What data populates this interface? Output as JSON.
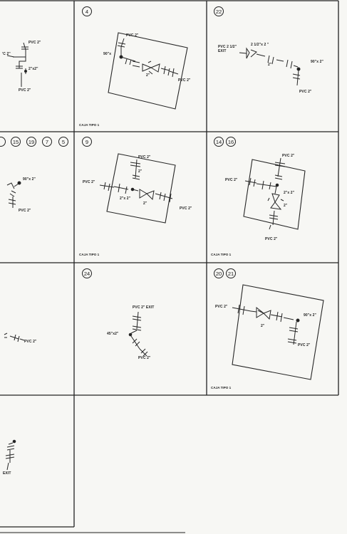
{
  "caja_label": "CAJA TIPO 1",
  "cells": {
    "c1": {
      "labels": {
        "top": "PVC 2\"",
        "leftcut": "'C 2\"",
        "mid": "2\"x2\"",
        "bottom": "PVC 2\""
      }
    },
    "c2": {
      "badges": [
        "4"
      ],
      "labels": {
        "top": "PVC 2\"",
        "elbow": "90\"x",
        "inner": "2\"",
        "right": "PVC 2\""
      }
    },
    "c3": {
      "badges": [
        "22"
      ],
      "labels": {
        "exit": "PVC 2 1/2\"\nEXIT",
        "reducer": "2 1/2\"x 2 \"",
        "mid": "2\"",
        "elbow": "90\"x 2\"",
        "bottom": "PVC 2\""
      }
    },
    "c4": {
      "badges": [
        "15",
        "19",
        "7",
        "5"
      ],
      "labels": {
        "elbow": "90\"x 2\"",
        "bottom": "PVC 2\""
      }
    },
    "c5": {
      "badges": [
        "9"
      ],
      "labels": {
        "top": "PVC 2\"",
        "left": "PVC 2\"",
        "vert": "2\"",
        "tee": "2\"x 2\"",
        "inner": "2\"",
        "right": "PVC 2\""
      }
    },
    "c6": {
      "badges": [
        "14",
        "16"
      ],
      "labels": {
        "top": "PVC 2\"",
        "left": "PVC 2\"",
        "tee": "2\"x 2\"",
        "inner": "2\"",
        "bottom": "PVC 2\""
      }
    },
    "c7": {
      "labels": {
        "right": "PVC 2\""
      }
    },
    "c8": {
      "badges": [
        "24"
      ],
      "labels": {
        "exit": "PVC 2\" EXIT",
        "elbow": "45\"x2\"",
        "bottom": "PVC 2\""
      }
    },
    "c9": {
      "badges": [
        "20",
        "21"
      ],
      "labels": {
        "left": "PVC 2\"",
        "inner": "2\"",
        "elbow": "90\"x 2\"",
        "bottom": "PVC 2\""
      }
    },
    "c10": {
      "labels": {
        "exit": "EXIT"
      }
    }
  }
}
